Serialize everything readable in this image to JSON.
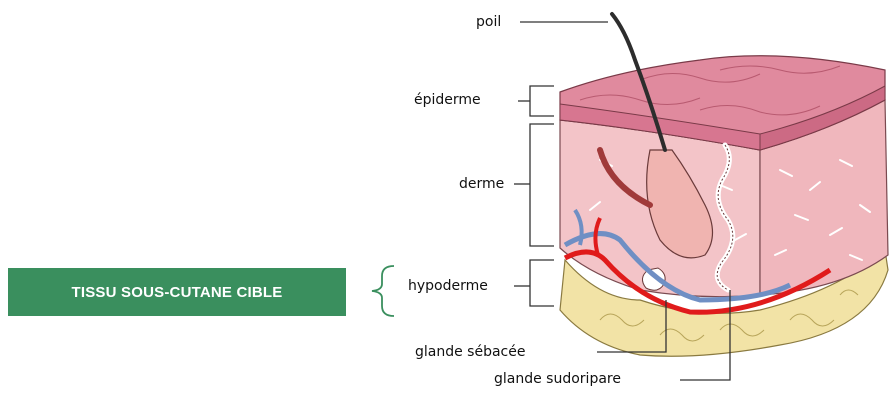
{
  "badge": {
    "label": "TISSU SOUS-CUTANE CIBLE",
    "color": "#3a8f5e"
  },
  "bracket_color": "#3a8f5e",
  "labels": {
    "poil": "poil",
    "epiderme": "épiderme",
    "derme": "derme",
    "hypoderme": "hypoderme",
    "glande_sebacee": "glande sébacée",
    "glande_sudoripare": "glande sudoripare"
  },
  "colors": {
    "skin_top": "#e08a9e",
    "skin_side": "#f3c4c8",
    "fat": "#f2e3a6",
    "artery": "#e01b1b",
    "vein": "#6f8fc4"
  }
}
